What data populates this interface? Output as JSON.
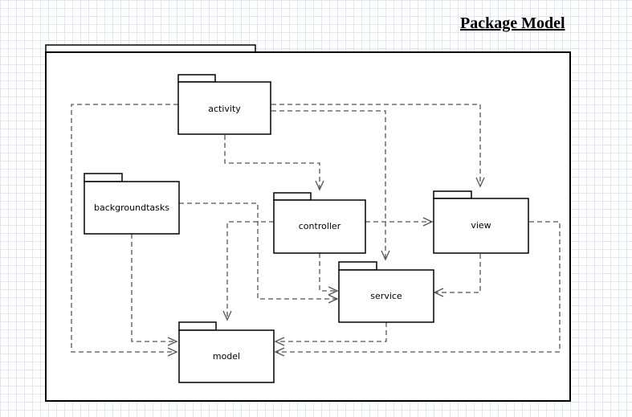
{
  "title": "Package Model",
  "packages": {
    "activity": "activity",
    "backgroundtasks": "backgroundtasks",
    "controller": "controller",
    "view": "view",
    "service": "service",
    "model": "model"
  },
  "dependencies": [
    {
      "from": "activity",
      "to": "model"
    },
    {
      "from": "activity",
      "to": "controller"
    },
    {
      "from": "activity",
      "to": "service"
    },
    {
      "from": "activity",
      "to": "view"
    },
    {
      "from": "backgroundtasks",
      "to": "model"
    },
    {
      "from": "backgroundtasks",
      "to": "service"
    },
    {
      "from": "controller",
      "to": "model"
    },
    {
      "from": "controller",
      "to": "service"
    },
    {
      "from": "controller",
      "to": "view"
    },
    {
      "from": "view",
      "to": "service"
    },
    {
      "from": "view",
      "to": "model"
    },
    {
      "from": "service",
      "to": "model"
    }
  ],
  "colors": {
    "line": "#555555",
    "border": "#000000",
    "grid": "#e3e6f0"
  }
}
